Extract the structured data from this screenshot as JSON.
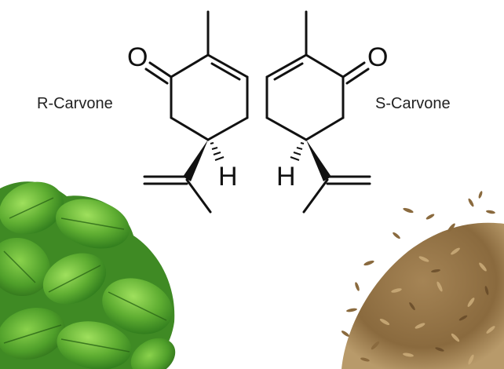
{
  "molecules": {
    "left": {
      "label": "R-Carvone",
      "oxygen": "O",
      "hydrogen": "H"
    },
    "right": {
      "label": "S-Carvone",
      "oxygen": "O",
      "hydrogen": "H"
    }
  },
  "photos": {
    "left": {
      "subject": "mint leaves",
      "icon": "mint-leaves-image"
    },
    "right": {
      "subject": "caraway seeds",
      "icon": "caraway-seeds-image"
    }
  },
  "colors": {
    "bond": "#111111",
    "leaf_dark": "#2e7d1f",
    "leaf_light": "#7ec84a",
    "seed_dark": "#7a5a32",
    "seed_light": "#c9aa78"
  }
}
